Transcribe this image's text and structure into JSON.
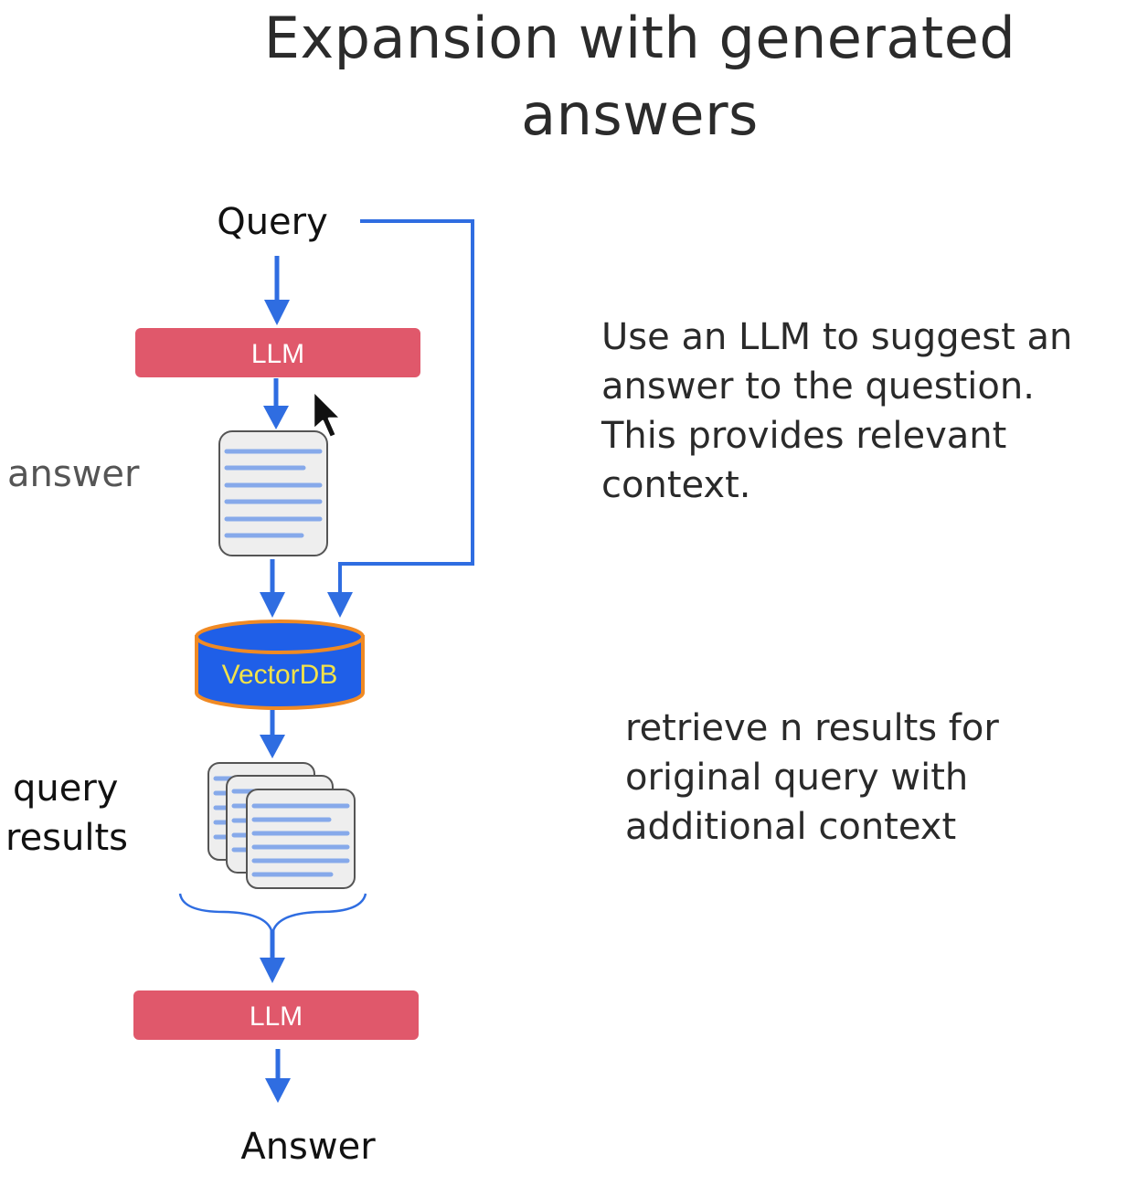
{
  "title": {
    "line1": "Expansion with generated",
    "line2": "answers"
  },
  "diagram": {
    "query_label": "Query",
    "llm_top_label": "LLM",
    "answer_side_label": "answer",
    "vectordb_label": "VectorDB",
    "query_results_line1": "query",
    "query_results_line2": "results",
    "llm_bottom_label": "LLM",
    "final_answer_label": "Answer"
  },
  "notes": {
    "top": [
      "Use an LLM to suggest an",
      "answer to the question.",
      "This provides relevant",
      "context."
    ],
    "bottom": [
      "retrieve n results for",
      "original query with",
      "additional context"
    ]
  },
  "colors": {
    "arrow_blue": "#2f6de1",
    "llm_red": "#e0586b",
    "db_blue": "#1f5fe8",
    "db_orange": "#f08a24",
    "db_text_yellow": "#f2e24a",
    "doc_line_blue": "#86a9ea",
    "doc_fill": "#eeeeee"
  },
  "icons": [
    "cursor-icon",
    "document-icon",
    "document-stack-icon",
    "database-icon",
    "brace-icon"
  ]
}
